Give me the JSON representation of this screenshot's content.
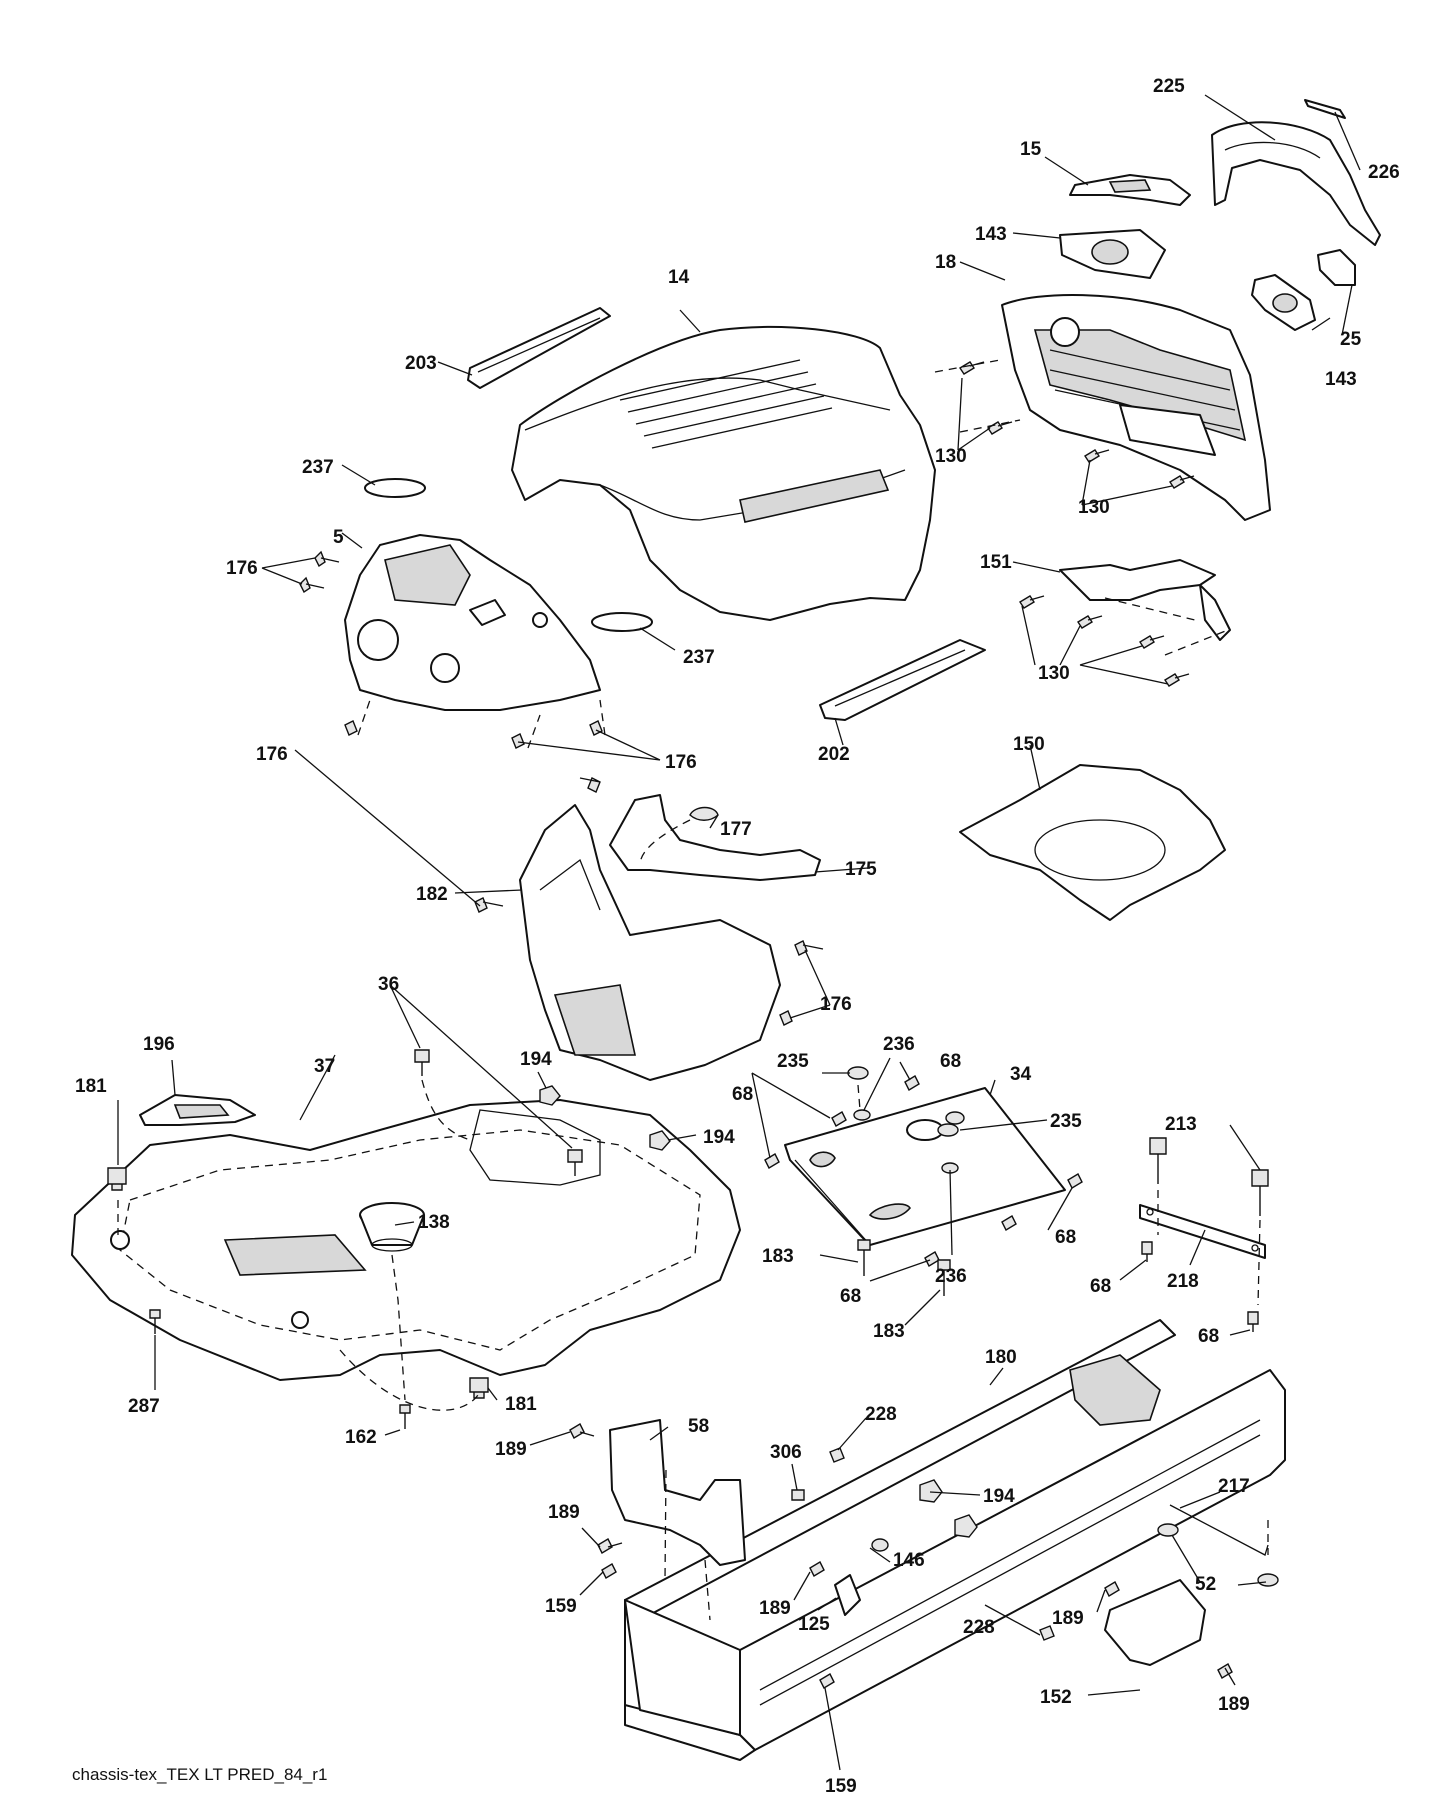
{
  "caption": "chassis-tex_TEX LT PRED_84_r1",
  "labels": [
    "225",
    "226",
    "15",
    "143",
    "143",
    "18",
    "25",
    "14",
    "203",
    "130",
    "130",
    "237",
    "5",
    "176",
    "237",
    "151",
    "130",
    "202",
    "176",
    "176",
    "177",
    "175",
    "150",
    "182",
    "176",
    "36",
    "196",
    "194",
    "235",
    "236",
    "68",
    "34",
    "181",
    "37",
    "194",
    "68",
    "235",
    "213",
    "138",
    "183",
    "68",
    "68",
    "236",
    "68",
    "218",
    "183",
    "68",
    "180",
    "287",
    "181",
    "162",
    "189",
    "58",
    "228",
    "306",
    "194",
    "217",
    "189",
    "146",
    "159",
    "189",
    "125",
    "228",
    "189",
    "52",
    "152",
    "189",
    "159"
  ]
}
